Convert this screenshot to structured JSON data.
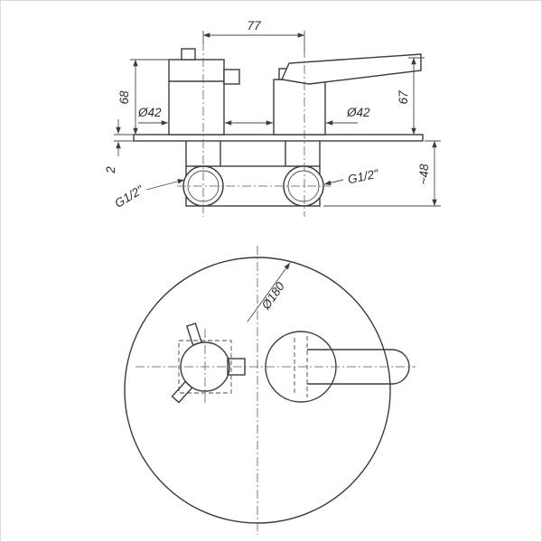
{
  "page": {
    "background": "#ffffff",
    "line_color": "#3b3b3b"
  },
  "side_view": {
    "labels": {
      "spacing": "77",
      "height_left": "68",
      "height_right": "67",
      "diameter_left": "Ø42",
      "diameter_right": "Ø42",
      "plate_thickness": "2",
      "depth": "~48",
      "thread_left": "G1/2\"",
      "thread_right": "G1/2\""
    }
  },
  "front_view": {
    "labels": {
      "plate_diameter": "Ø180"
    }
  }
}
